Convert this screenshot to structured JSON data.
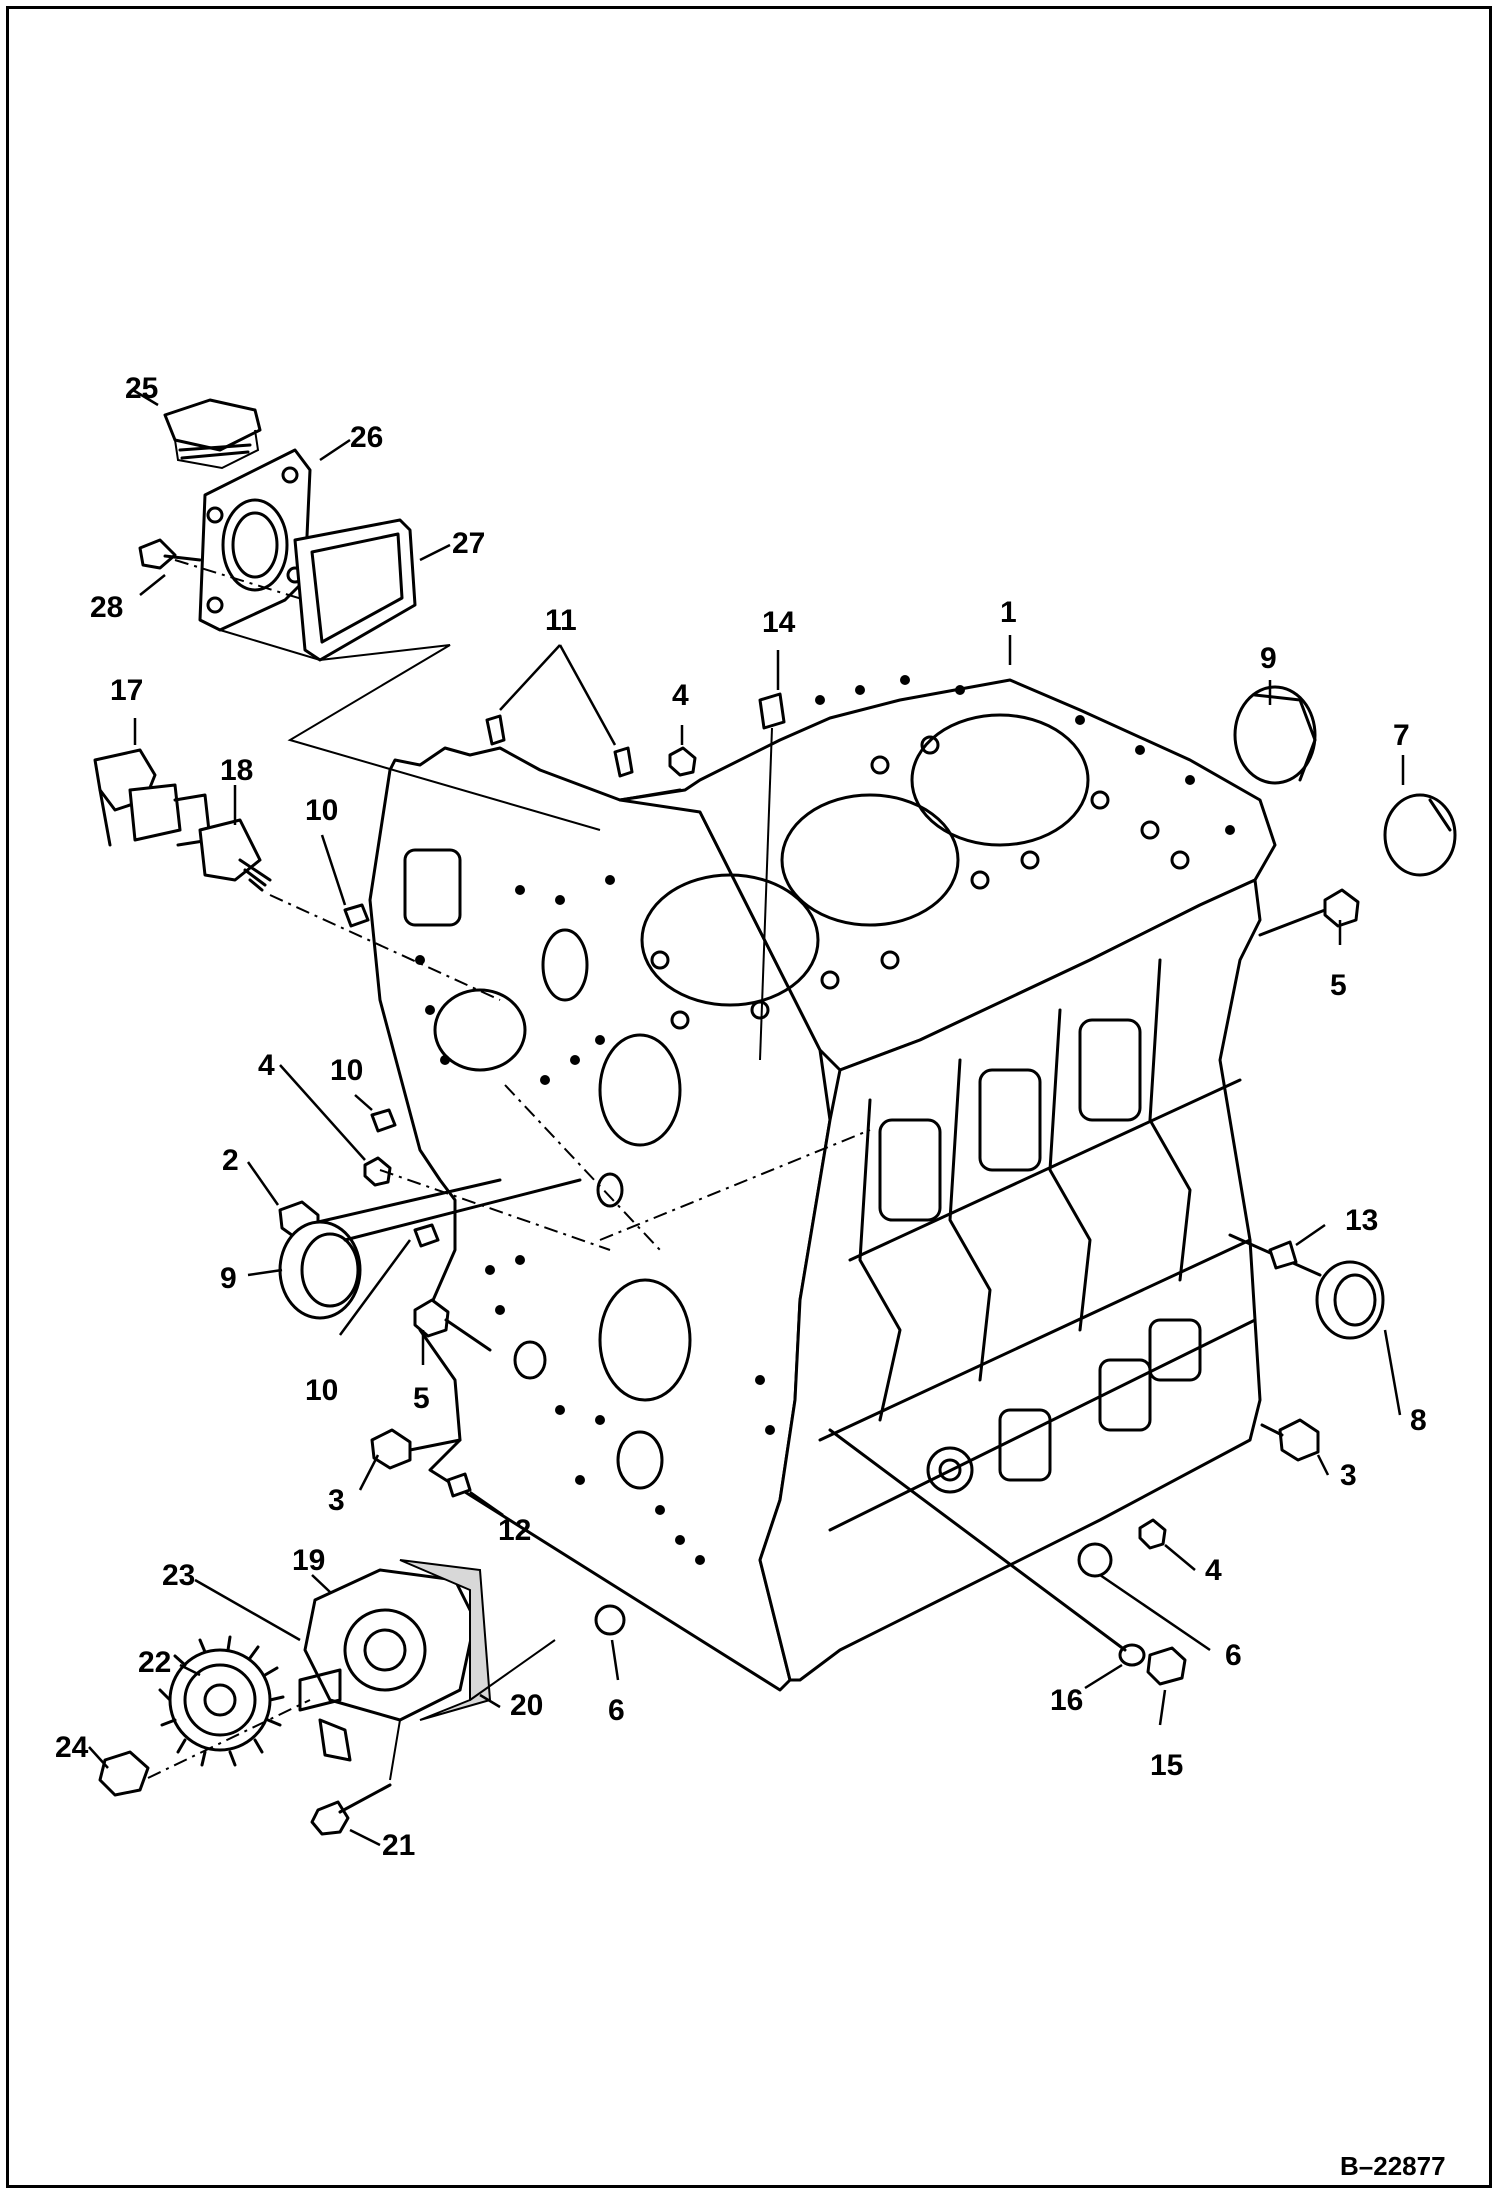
{
  "figure_number": "B–22877",
  "callouts": [
    {
      "id": "c1",
      "text": "1"
    },
    {
      "id": "c2",
      "text": "2"
    },
    {
      "id": "c3a",
      "text": "3"
    },
    {
      "id": "c3b",
      "text": "3"
    },
    {
      "id": "c4a",
      "text": "4"
    },
    {
      "id": "c4b",
      "text": "4"
    },
    {
      "id": "c4c",
      "text": "4"
    },
    {
      "id": "c5a",
      "text": "5"
    },
    {
      "id": "c5b",
      "text": "5"
    },
    {
      "id": "c6a",
      "text": "6"
    },
    {
      "id": "c6b",
      "text": "6"
    },
    {
      "id": "c7",
      "text": "7"
    },
    {
      "id": "c8",
      "text": "8"
    },
    {
      "id": "c9a",
      "text": "9"
    },
    {
      "id": "c9b",
      "text": "9"
    },
    {
      "id": "c10a",
      "text": "10"
    },
    {
      "id": "c10b",
      "text": "10"
    },
    {
      "id": "c10c",
      "text": "10"
    },
    {
      "id": "c11",
      "text": "11"
    },
    {
      "id": "c12",
      "text": "12"
    },
    {
      "id": "c13",
      "text": "13"
    },
    {
      "id": "c14",
      "text": "14"
    },
    {
      "id": "c15",
      "text": "15"
    },
    {
      "id": "c16",
      "text": "16"
    },
    {
      "id": "c17",
      "text": "17"
    },
    {
      "id": "c18",
      "text": "18"
    },
    {
      "id": "c19",
      "text": "19"
    },
    {
      "id": "c20",
      "text": "20"
    },
    {
      "id": "c21",
      "text": "21"
    },
    {
      "id": "c22",
      "text": "22"
    },
    {
      "id": "c23",
      "text": "23"
    },
    {
      "id": "c24",
      "text": "24"
    },
    {
      "id": "c25",
      "text": "25"
    },
    {
      "id": "c26",
      "text": "26"
    },
    {
      "id": "c27",
      "text": "27"
    },
    {
      "id": "c28",
      "text": "28"
    }
  ]
}
